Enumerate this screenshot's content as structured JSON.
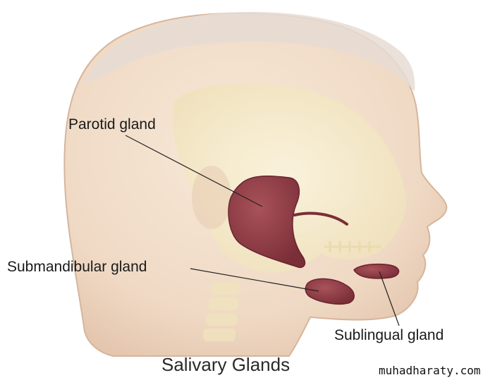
{
  "figure": {
    "caption": "Salivary Glands",
    "watermark": "muhadharaty.com",
    "labels": {
      "parotid": "Parotid gland",
      "submandibular": "Submandibular gland",
      "sublingual": "Sublingual gland"
    },
    "colors": {
      "gland": "#8a3a42",
      "skin": "#efd9c4",
      "skull": "#f5edc9"
    }
  }
}
